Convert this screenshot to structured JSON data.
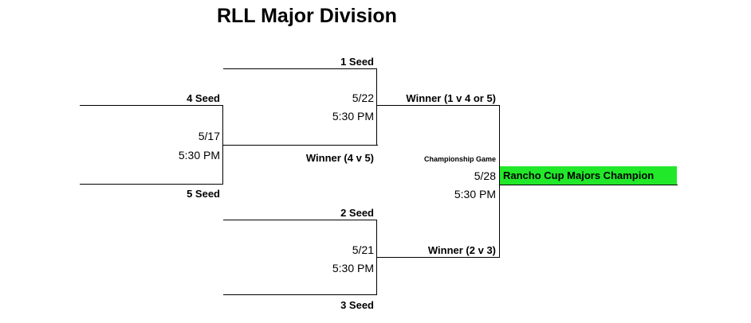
{
  "title": "RLL Major Division",
  "seeds": {
    "seed1": "1 Seed",
    "seed2": "2 Seed",
    "seed3": "3 Seed",
    "seed4": "4 Seed",
    "seed5": "5 Seed"
  },
  "games": {
    "g_4v5": {
      "date": "5/17",
      "time": "5:30 PM",
      "winner": "Winner (4 v 5)"
    },
    "g_1v45": {
      "date": "5/22",
      "time": "5:30 PM",
      "winner": "Winner (1 v 4 or 5)"
    },
    "g_2v3": {
      "date": "5/21",
      "time": "5:30 PM",
      "winner": "Winner (2 v 3)"
    },
    "final": {
      "label": "Championship Game",
      "date": "5/28",
      "time": "5:30 PM",
      "champion": "Rancho Cup Majors Champion"
    }
  },
  "colors": {
    "champion_highlight": "#22e82a",
    "line": "#000000"
  }
}
